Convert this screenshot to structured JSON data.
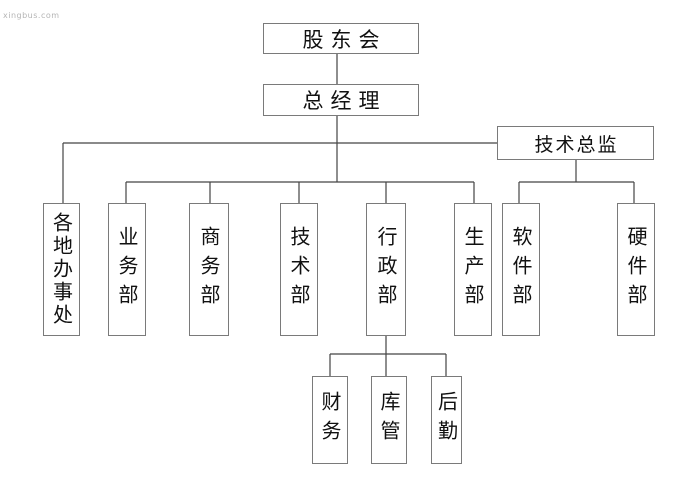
{
  "watermark": "xingbus.com",
  "boxes": {
    "shareholders": "股东会",
    "gm": "总经理",
    "cto": "技术总监",
    "offices": "各地办事处",
    "business": "业务部",
    "commerce": "商务部",
    "tech": "技术部",
    "admin": "行政部",
    "production": "生产部",
    "software": "软件部",
    "hardware": "硬件部",
    "finance": "财务",
    "warehouse": "库管",
    "logistics": "后勤"
  }
}
